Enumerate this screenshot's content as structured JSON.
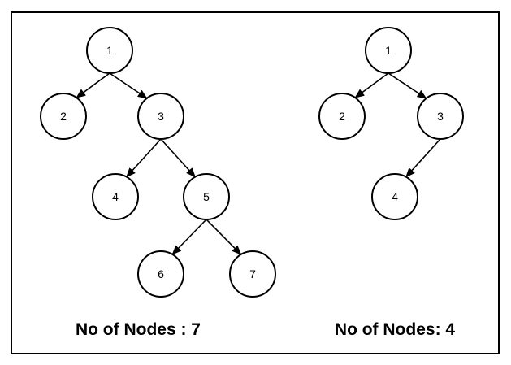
{
  "trees": [
    {
      "id": "left",
      "caption": "No of Nodes : 7",
      "nodes": [
        {
          "label": "1"
        },
        {
          "label": "2"
        },
        {
          "label": "3"
        },
        {
          "label": "4"
        },
        {
          "label": "5"
        },
        {
          "label": "6"
        },
        {
          "label": "7"
        }
      ],
      "edges": [
        [
          "1",
          "2"
        ],
        [
          "1",
          "3"
        ],
        [
          "3",
          "4"
        ],
        [
          "3",
          "5"
        ],
        [
          "5",
          "6"
        ],
        [
          "5",
          "7"
        ]
      ]
    },
    {
      "id": "right",
      "caption": "No of Nodes: 4",
      "nodes": [
        {
          "label": "1"
        },
        {
          "label": "2"
        },
        {
          "label": "3"
        },
        {
          "label": "4"
        }
      ],
      "edges": [
        [
          "1",
          "2"
        ],
        [
          "1",
          "3"
        ],
        [
          "3",
          "4"
        ]
      ]
    }
  ],
  "colors": {
    "stroke": "#000000",
    "fill": "#ffffff",
    "text": "#000000"
  }
}
